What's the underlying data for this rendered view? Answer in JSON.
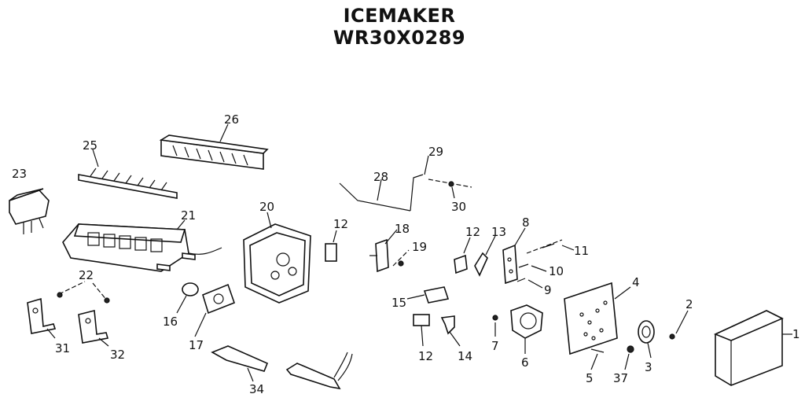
{
  "title": {
    "line1": "ICEMAKER",
    "line2": "WR30X0289"
  },
  "callouts": {
    "p1": "1",
    "p2": "2",
    "p3": "3",
    "p4": "4",
    "p5": "5",
    "p6": "6",
    "p7": "7",
    "p8": "8",
    "p9": "9",
    "p10": "10",
    "p11": "11",
    "p12a": "12",
    "p12b": "12",
    "p12c": "12",
    "p13": "13",
    "p14": "14",
    "p15": "15",
    "p16": "16",
    "p17": "17",
    "p18": "18",
    "p19": "19",
    "p20": "20",
    "p21": "21",
    "p22": "22",
    "p23": "23",
    "p25": "25",
    "p26": "26",
    "p28": "28",
    "p29": "29",
    "p30": "30",
    "p31": "31",
    "p32": "32",
    "p34": "34",
    "p37": "37"
  }
}
